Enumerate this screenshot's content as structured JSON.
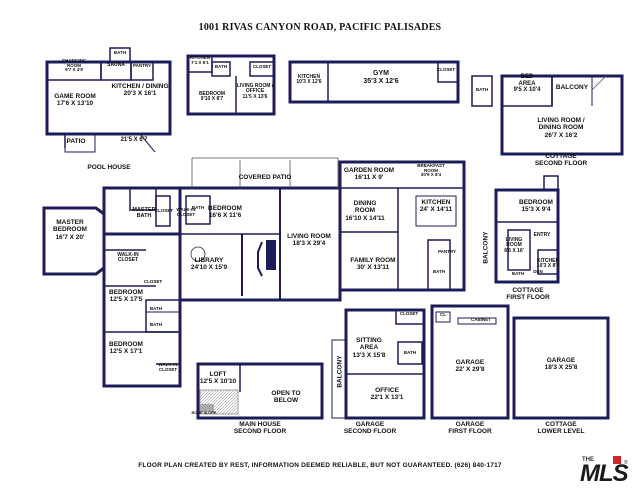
{
  "title": "1001 RIVAS CANYON ROAD, PACIFIC PALISADES",
  "footer": "FLOOR PLAN CREATED BY REST, INFORMATION DEEMED RELIABLE, BUT NOT GUARANTEED.   (626) 840-1717",
  "logo": {
    "the": "THE",
    "mls": "MLS",
    "reg": "®"
  },
  "colors": {
    "wall": "#1c1d58",
    "text": "#111111",
    "stair": "#a9a9a9",
    "accent": "#d0272e"
  },
  "rooms": [
    {
      "id": "changing-room",
      "lines": [
        "CHANGING",
        "ROOM",
        "9'7 X 4'9"
      ]
    },
    {
      "id": "sauna",
      "lines": [
        "SAUNA"
      ]
    },
    {
      "id": "pantry-pool",
      "lines": [
        "PANTRY"
      ]
    },
    {
      "id": "bath-pool",
      "lines": [
        "BATH"
      ]
    },
    {
      "id": "game-room",
      "lines": [
        "GAME ROOM",
        "17'6 X 13'10"
      ]
    },
    {
      "id": "kitchen-dining-pool",
      "lines": [
        "KITCHEN / DINING",
        "20'3 X 16'1"
      ]
    },
    {
      "id": "patio-pool",
      "lines": [
        "PATIO"
      ]
    },
    {
      "id": "patio-dim",
      "lines": [
        "21'5 X 6'7"
      ]
    },
    {
      "id": "kitchen-guest",
      "lines": [
        "KITCHEN",
        "7'1 X 6'1"
      ]
    },
    {
      "id": "bath-guest",
      "lines": [
        "BATH"
      ]
    },
    {
      "id": "closet-guest",
      "lines": [
        "CLOSET"
      ]
    },
    {
      "id": "bedroom-guest",
      "lines": [
        "BEDROOM",
        "9'10 X 8'7"
      ]
    },
    {
      "id": "living-office-guest",
      "lines": [
        "LIVING ROOM /",
        "OFFICE",
        "11'5 X 13'6"
      ]
    },
    {
      "id": "kitchen-gym",
      "lines": [
        "KITCHEN",
        "10'3 X 12'6"
      ]
    },
    {
      "id": "gym",
      "lines": [
        "GYM",
        "35'3 X 12'6"
      ]
    },
    {
      "id": "closet-gym",
      "lines": [
        "CLOSET"
      ]
    },
    {
      "id": "bath-gym",
      "lines": [
        "BATH"
      ]
    },
    {
      "id": "bed-area-cottage",
      "lines": [
        "BED",
        "AREA",
        "9'5 X 10'4"
      ]
    },
    {
      "id": "balcony-cottage-top",
      "lines": [
        "BALCONY"
      ]
    },
    {
      "id": "living-dining-cottage",
      "lines": [
        "LIVING ROOM /",
        "DINING ROOM",
        "26'7 X 16'2"
      ]
    },
    {
      "id": "covered-patio",
      "lines": [
        "COVERED PATIO"
      ]
    },
    {
      "id": "garden-room",
      "lines": [
        "GARDEN ROOM",
        "16'11 X 9'"
      ]
    },
    {
      "id": "breakfast-room",
      "lines": [
        "BREAKFAST",
        "ROOM",
        "20'9 X 8'4"
      ]
    },
    {
      "id": "master-bath",
      "lines": [
        "MASTER",
        "BATH"
      ]
    },
    {
      "id": "walk-in-closet-top",
      "lines": [
        "WALK-IN",
        "CLOSET"
      ]
    },
    {
      "id": "closet-main-a",
      "lines": [
        "CLOSET"
      ]
    },
    {
      "id": "bath-main-a",
      "lines": [
        "BATH"
      ]
    },
    {
      "id": "bedroom-main-1",
      "lines": [
        "BEDROOM",
        "16'6 X 11'6"
      ]
    },
    {
      "id": "dining-room",
      "lines": [
        "DINING",
        "ROOM",
        "16'10 X 14'11"
      ]
    },
    {
      "id": "kitchen-main",
      "lines": [
        "KITCHEN",
        "24' X 14'11"
      ]
    },
    {
      "id": "master-bedroom",
      "lines": [
        "MASTER",
        "BEDROOM",
        "16'7 X 20'"
      ]
    },
    {
      "id": "living-room-main",
      "lines": [
        "LIVING ROOM",
        "18'3 X 29'4"
      ]
    },
    {
      "id": "library",
      "lines": [
        "LIBRARY",
        "24'10 X 15'9"
      ]
    },
    {
      "id": "family-room",
      "lines": [
        "FAMILY ROOM",
        "30' X 13'11"
      ]
    },
    {
      "id": "pantry-main",
      "lines": [
        "PANTRY"
      ]
    },
    {
      "id": "bath-main-b",
      "lines": [
        "BATH"
      ]
    },
    {
      "id": "walk-in-closet-mid",
      "lines": [
        "WALK-IN",
        "CLOSET"
      ]
    },
    {
      "id": "closet-main-b",
      "lines": [
        "CLOSET"
      ]
    },
    {
      "id": "bedroom-main-2",
      "lines": [
        "BEDROOM",
        "12'5 X 17'5"
      ]
    },
    {
      "id": "bath-main-c",
      "lines": [
        "BATH"
      ]
    },
    {
      "id": "bath-main-d",
      "lines": [
        "BATH"
      ]
    },
    {
      "id": "bedroom-main-3",
      "lines": [
        "BEDROOM",
        "12'5 X 17'1"
      ]
    },
    {
      "id": "walk-in-closet-low",
      "lines": [
        "WALK-IN",
        "CLOSET"
      ]
    },
    {
      "id": "bedroom-cottage",
      "lines": [
        "BEDROOM",
        "15'3 X 9'4"
      ]
    },
    {
      "id": "entry-cottage",
      "lines": [
        "ENTRY"
      ]
    },
    {
      "id": "balcony-cottage-side",
      "lines": [
        "BALCONY"
      ]
    },
    {
      "id": "living-cottage-1",
      "lines": [
        "LIVING",
        "ROOM",
        "8'6 X 16'"
      ]
    },
    {
      "id": "kitchen-cottage",
      "lines": [
        "KITCHEN",
        "10'3 X 8'4"
      ]
    },
    {
      "id": "bath-cottage",
      "lines": [
        "BATH"
      ]
    },
    {
      "id": "den-cottage",
      "lines": [
        "DEN"
      ]
    },
    {
      "id": "closet-garage-2",
      "lines": [
        "CLOSET"
      ]
    },
    {
      "id": "cl-garage-1",
      "lines": [
        "CL"
      ]
    },
    {
      "id": "cabinet-garage-1",
      "lines": [
        "CABINET"
      ]
    },
    {
      "id": "sitting-area",
      "lines": [
        "SITTING",
        "AREA",
        "13'3 X 15'8"
      ]
    },
    {
      "id": "bath-garage-2",
      "lines": [
        "BATH"
      ]
    },
    {
      "id": "balcony-garage-2",
      "lines": [
        "BALCONY"
      ]
    },
    {
      "id": "office-garage-2",
      "lines": [
        "OFFICE",
        "22'1 X 13'1"
      ]
    },
    {
      "id": "garage-first",
      "lines": [
        "GARAGE",
        "22' X 29'8"
      ]
    },
    {
      "id": "garage-cottage",
      "lines": [
        "GARAGE",
        "18'3 X 25'8"
      ]
    },
    {
      "id": "loft",
      "lines": [
        "LOFT",
        "12'5 X 10'10"
      ]
    },
    {
      "id": "open-to-below",
      "lines": [
        "OPEN TO",
        "BELOW"
      ]
    },
    {
      "id": "roof-slope",
      "lines": [
        "ROOF SLOPE"
      ]
    }
  ],
  "sections": [
    {
      "id": "pool-house",
      "lines": [
        "POOL HOUSE"
      ]
    },
    {
      "id": "cottage-second",
      "lines": [
        "COTTAGE",
        "SECOND FLOOR"
      ]
    },
    {
      "id": "cottage-first",
      "lines": [
        "COTTAGE",
        "FIRST FLOOR"
      ]
    },
    {
      "id": "main-house-second",
      "lines": [
        "MAIN HOUSE",
        "SECOND FLOOR"
      ]
    },
    {
      "id": "garage-second",
      "lines": [
        "GARAGE",
        "SECOND FLOOR"
      ]
    },
    {
      "id": "garage-first-floor",
      "lines": [
        "GARAGE",
        "FIRST FLOOR"
      ]
    },
    {
      "id": "cottage-lower",
      "lines": [
        "COTTAGE",
        "LOWER LEVEL"
      ]
    }
  ]
}
